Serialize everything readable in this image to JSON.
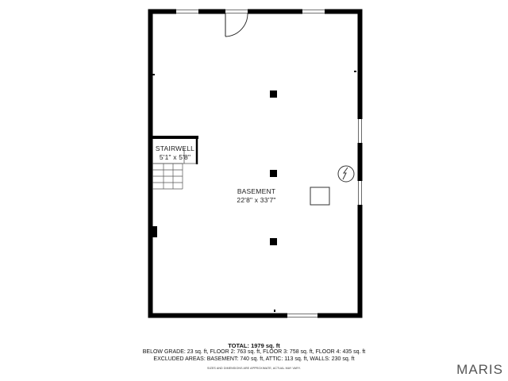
{
  "rooms": {
    "stairwell": {
      "name": "STAIRWELL",
      "dims": "5'1\" x 5'8\""
    },
    "basement": {
      "name": "BASEMENT",
      "dims": "22'8\" x 33'7\""
    }
  },
  "summary": {
    "total": "TOTAL: 1979 sq. ft",
    "line1": "BELOW GRADE: 23 sq. ft, FLOOR 2: 763 sq. ft, FLOOR 3: 758 sq. ft, FLOOR 4: 435 sq. ft",
    "line2": "EXCLUDED AREAS: BASEMENT: 740 sq. ft, ATTIC: 113 sq. ft, WALLS: 230 sq. ft",
    "note": "SIZES AND DIMENSIONS ARE APPROXIMATE, ACTUAL MAY VARY."
  },
  "brand": "MARIS",
  "colors": {
    "wall": "#000000",
    "line": "#333333",
    "background": "#ffffff",
    "brand": "#555555"
  }
}
